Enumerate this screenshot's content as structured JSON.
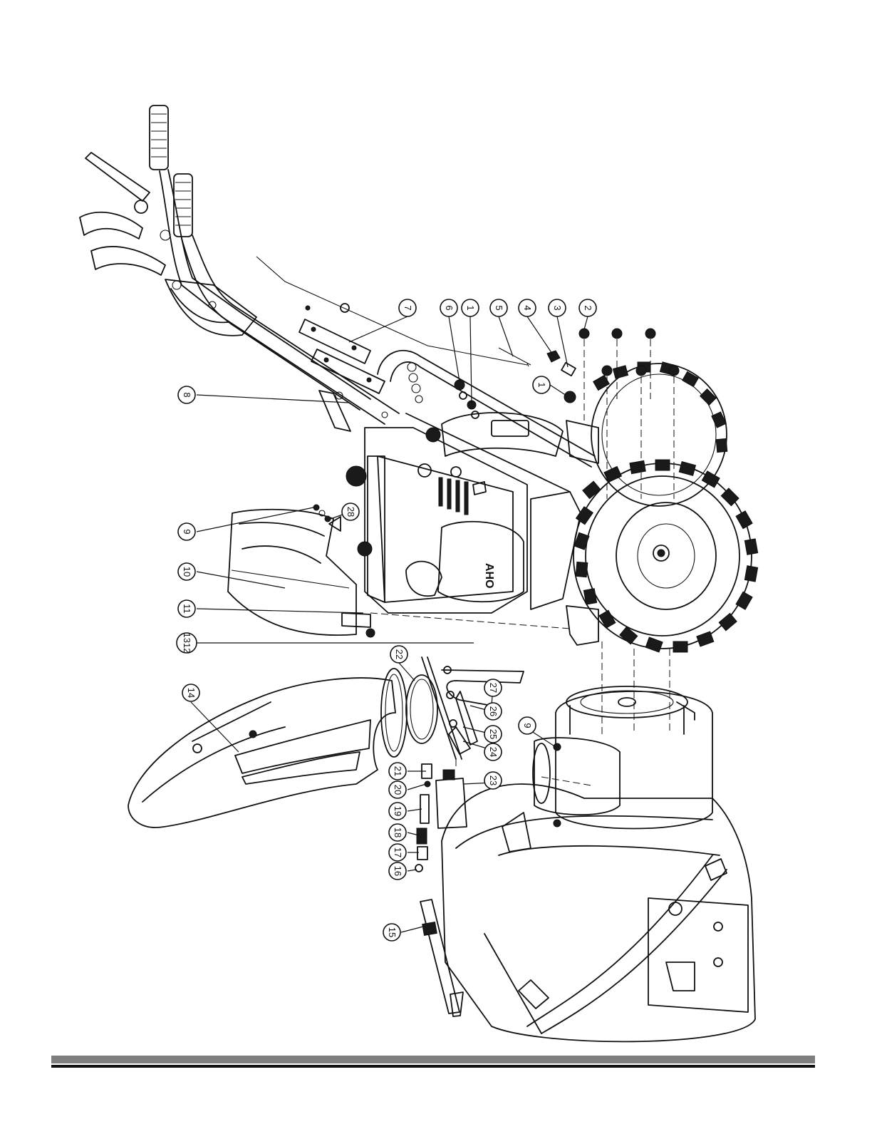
{
  "callouts": [
    {
      "id": "c1",
      "label": "1"
    },
    {
      "id": "c2",
      "label": "2"
    },
    {
      "id": "c3",
      "label": "3"
    },
    {
      "id": "c4",
      "label": "4"
    },
    {
      "id": "c5",
      "label": "5"
    },
    {
      "id": "c6",
      "label": "6"
    },
    {
      "id": "c1b",
      "label": "1"
    },
    {
      "id": "c7",
      "label": "7"
    },
    {
      "id": "c8",
      "label": "8"
    },
    {
      "id": "c9",
      "label": "9"
    },
    {
      "id": "c28",
      "label": "28"
    },
    {
      "id": "c10",
      "label": "10"
    },
    {
      "id": "c11",
      "label": "11"
    },
    {
      "id": "c1213",
      "label": "1312"
    },
    {
      "id": "c14",
      "label": "14"
    },
    {
      "id": "c22",
      "label": "22"
    },
    {
      "id": "c27",
      "label": "27"
    },
    {
      "id": "c26",
      "label": "26"
    },
    {
      "id": "c25",
      "label": "25"
    },
    {
      "id": "c24",
      "label": "24"
    },
    {
      "id": "c9b",
      "label": "9"
    },
    {
      "id": "c23",
      "label": "23"
    },
    {
      "id": "c21",
      "label": "21"
    },
    {
      "id": "c20",
      "label": "20"
    },
    {
      "id": "c19",
      "label": "19"
    },
    {
      "id": "c18",
      "label": "18"
    },
    {
      "id": "c17",
      "label": "17"
    },
    {
      "id": "c16",
      "label": "16"
    },
    {
      "id": "c15",
      "label": "15"
    }
  ],
  "engine_brand": "AHO",
  "colors": {
    "line": "#111111",
    "footer_gray": "#7f7f7f",
    "footer_black": "#111111"
  }
}
